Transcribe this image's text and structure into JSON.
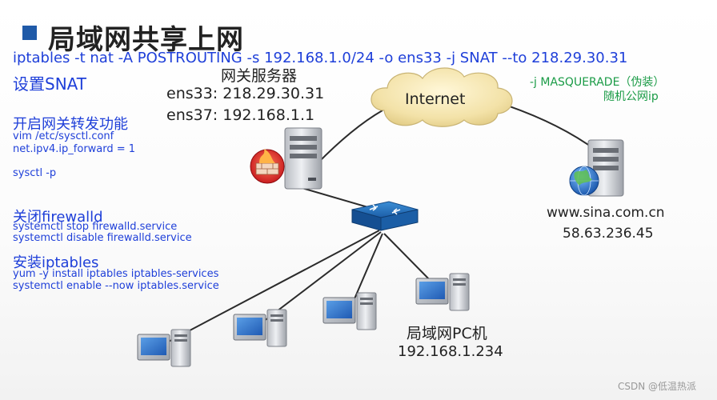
{
  "title": "局域网共享上网",
  "snat_command": "iptables -t nat -A POSTROUTING -s 192.168.1.0/24 -o ens33 -j SNAT --to 218.29.30.31",
  "snat_label": "设置SNAT",
  "masquerade_note": "-j MASQUERADE（伪装）",
  "random_ip_note": "随机公网ip",
  "gateway": {
    "title": "网关服务器",
    "ens33": "ens33: 218.29.30.31",
    "ens37": "ens37: 192.168.1.1"
  },
  "internet_label": "Internet",
  "web_server": {
    "domain": "www.sina.com.cn",
    "ip": "58.63.236.45"
  },
  "lan_pc": {
    "label": "局域网PC机",
    "ip": "192.168.1.234"
  },
  "steps": [
    {
      "heading": "开启网关转发功能",
      "lines": [
        "vim /etc/sysctl.conf",
        "net.ipv4.ip_forward = 1",
        "",
        "sysctl -p"
      ]
    },
    {
      "heading": "关闭firewalld",
      "lines": [
        "systemctl stop firewalld.service",
        "systemctl disable firewalld.service"
      ]
    },
    {
      "heading": "安装iptables",
      "lines": [
        "yum -y install iptables iptables-services",
        "systemctl enable --now iptables.service"
      ]
    }
  ],
  "watermark": "CSDN @低温热派",
  "colors": {
    "command_blue": "#1e3fd9",
    "note_green": "#1a9b46",
    "title_square": "#1f5aa8"
  }
}
